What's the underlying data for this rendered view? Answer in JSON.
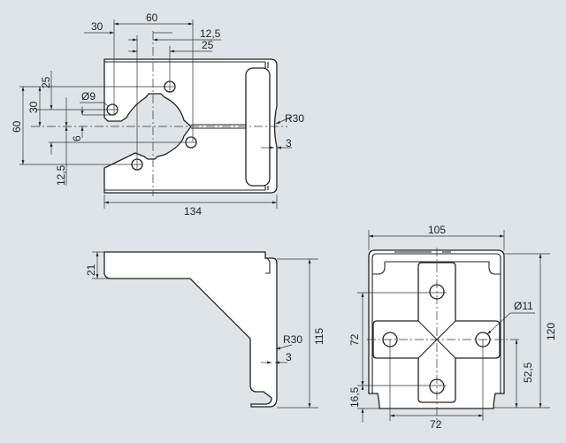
{
  "top_view": {
    "dims": {
      "d60_width": "60",
      "d30": "30",
      "d12_5_top": "12,5",
      "d25_top": "25",
      "d25_left": "25",
      "d30_left": "30",
      "d60_left": "60",
      "d12_5_left": "12,5",
      "d6": "6",
      "hole_dia": "Ø9",
      "radius": "R30",
      "d3": "3",
      "d134": "134"
    }
  },
  "side_view": {
    "dims": {
      "d21": "21",
      "d115": "115",
      "radius": "R30",
      "d3": "3"
    }
  },
  "front_view": {
    "dims": {
      "d105": "105",
      "d120": "120",
      "hole_dia": "Ø11",
      "d72_left": "72",
      "d16_5": "16,5",
      "d52_5": "52,5",
      "d72_bottom": "72"
    }
  },
  "colors": {
    "background": "#dfe4e8",
    "part_fill": "#ffffff",
    "line": "#222222"
  }
}
